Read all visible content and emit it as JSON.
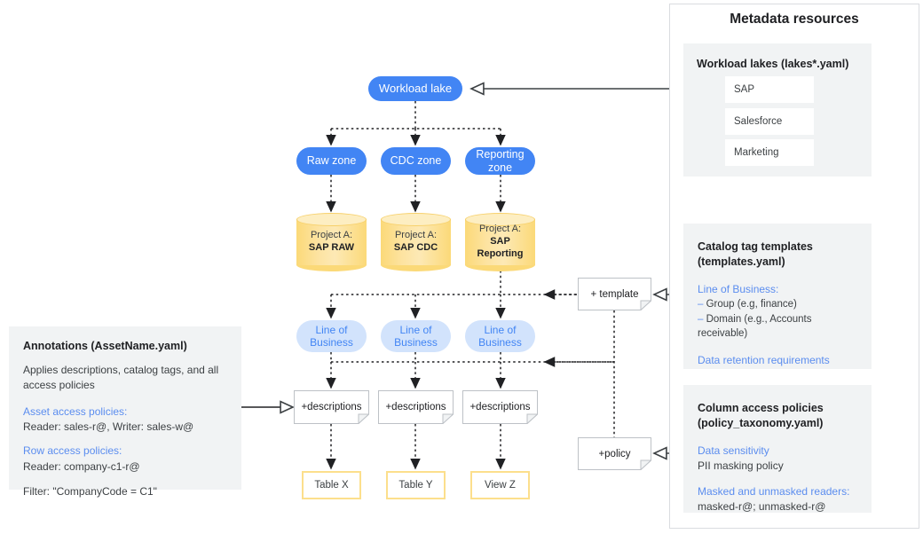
{
  "diagram": {
    "flow": {
      "workload_lake": "Workload lake",
      "zones": [
        {
          "label": "Raw zone"
        },
        {
          "label": "CDC zone"
        },
        {
          "label": "Reporting\nzone"
        }
      ],
      "projects": [
        {
          "line1": "Project A:",
          "line2": "SAP RAW"
        },
        {
          "line1": "Project A:",
          "line2": "SAP CDC"
        },
        {
          "line1": "Project A:",
          "line2": "SAP",
          "line3": "Reporting"
        }
      ],
      "tags": [
        {
          "label": "Line of\nBusiness"
        },
        {
          "label": "Line of\nBusiness"
        },
        {
          "label": "Line of\nBusiness"
        }
      ],
      "descriptions": [
        {
          "label": "+descriptions"
        },
        {
          "label": "+descriptions"
        },
        {
          "label": "+descriptions"
        }
      ],
      "outputs": [
        {
          "label": "Table X"
        },
        {
          "label": "Table Y"
        },
        {
          "label": "View Z"
        }
      ],
      "template_note": "+ template",
      "policy_note": "+policy"
    },
    "annotations_panel": {
      "title": "Annotations (AssetName.yaml)",
      "description": "Applies descriptions, catalog tags, and all access policies",
      "asset_access_heading": "Asset access policies:",
      "asset_access_value": "Reader: sales-r@, Writer: sales-w@",
      "row_access_heading": "Row access policies:",
      "row_access_value": "Reader: company-c1-r@",
      "filter_value": "Filter: \"CompanyCode = C1\""
    },
    "metadata_panel": {
      "title": "Metadata resources",
      "workload_lakes": {
        "title": "Workload lakes (lakes*.yaml)",
        "items": [
          "SAP",
          "Salesforce",
          "Marketing"
        ]
      },
      "catalog_templates": {
        "title_line1": "Catalog tag templates",
        "title_line2": "(templates.yaml)",
        "lob_heading": "Line of Business:",
        "lob_items": [
          "Group (e.g, finance)",
          "Domain (e.g., Accounts receivable)"
        ],
        "retention_heading": "Data retention requirements"
      },
      "column_policies": {
        "title_line1": "Column access policies",
        "title_line2": "(policy_taxonomy.yaml)",
        "sensitivity_heading": "Data sensitivity",
        "sensitivity_value": "PII masking policy",
        "readers_heading": "Masked and unmasked readers:",
        "readers_value": "masked-r@; unmasked-r@"
      }
    },
    "colors": {
      "primary_blue": "#4285f4",
      "light_blue": "#d2e3fc",
      "blue_text": "#5b8def",
      "cylinder_yellow": "#fcdf8c",
      "panel_gray": "#f1f3f4",
      "border_gray": "#bdc1c6",
      "edge_dark": "#3c4043"
    }
  }
}
